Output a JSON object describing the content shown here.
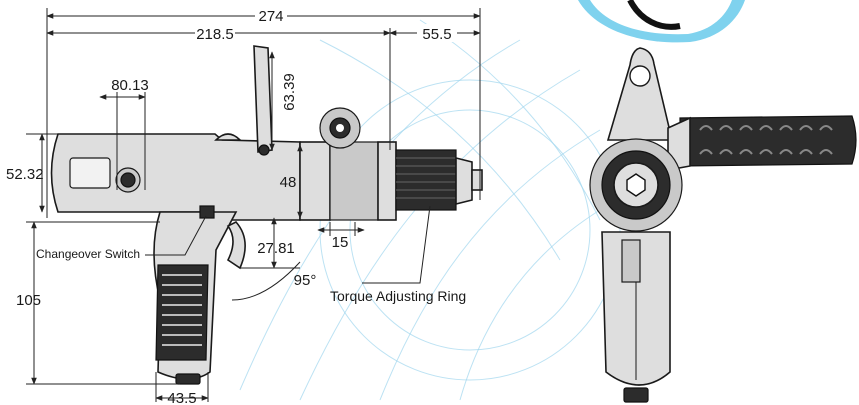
{
  "dimensions": {
    "overall_length": "274",
    "body_length": "218.5",
    "nose_length": "55.5",
    "switch_offset": "80.13",
    "lever_height": "63.39",
    "body_height": "52.32",
    "bit_center": "48",
    "ring_width": "15",
    "trigger_height": "27.81",
    "handle_angle": "95°",
    "handle_height": "105",
    "grip_width": "43.5"
  },
  "labels": {
    "changeover_switch": "Changeover Switch",
    "torque_ring": "Torque Adjusting Ring"
  }
}
